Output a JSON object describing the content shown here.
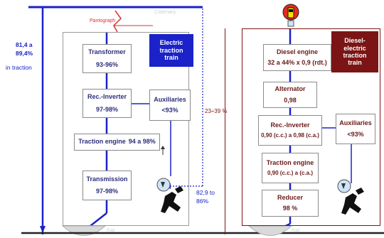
{
  "electric": {
    "pantograph": "Pantograph",
    "catenary": "Catenary",
    "efficiency_top": "81,4 a",
    "efficiency_mid": "89,4%",
    "efficiency_bot": "in traction",
    "tag_line1": "Electric",
    "tag_line2": "traction",
    "tag_line3": "train",
    "boxes": {
      "transformer": {
        "title": "Transformer",
        "value": "93-96%"
      },
      "rectifier": {
        "title": "Rec.-Inverter",
        "value": "97-98%"
      },
      "auxiliaries": {
        "title": "Auxiliaries",
        "value": "<93%"
      },
      "traction_engine": {
        "title": "Traction engine",
        "value": "94 a 98%"
      },
      "transmission": {
        "title": "Transmission",
        "value": "97-98%"
      }
    },
    "regen_line1": "82,9 to",
    "regen_line2": "86%",
    "rail": "Rail"
  },
  "diesel": {
    "efficiency": "23÷39 %",
    "tag_line1": "Diesel-",
    "tag_line2": "electric",
    "tag_line3": "traction",
    "tag_line4": "train",
    "boxes": {
      "diesel_engine": {
        "title": "Diesel engine",
        "value": "32 a 44% x 0,9 (rdt.)"
      },
      "alternator": {
        "title": "Alternator",
        "value": "0,98"
      },
      "rectifier": {
        "title": "Rec.-Inverter",
        "value": "0,90 (c.c.) a 0,98 (c.a.)"
      },
      "auxiliaries": {
        "title": "Auxiliaries",
        "value": "<93%"
      },
      "traction_engine": {
        "title": "Traction engine",
        "value": "0,90 (c.c.) a (c.a.)"
      },
      "reducer": {
        "title": "Reducer",
        "value": "98 %"
      }
    },
    "rail": "Rail"
  },
  "colors": {
    "blue": "#1a22c8",
    "maroon": "#7b1515",
    "pantograph_red": "#d93030"
  }
}
